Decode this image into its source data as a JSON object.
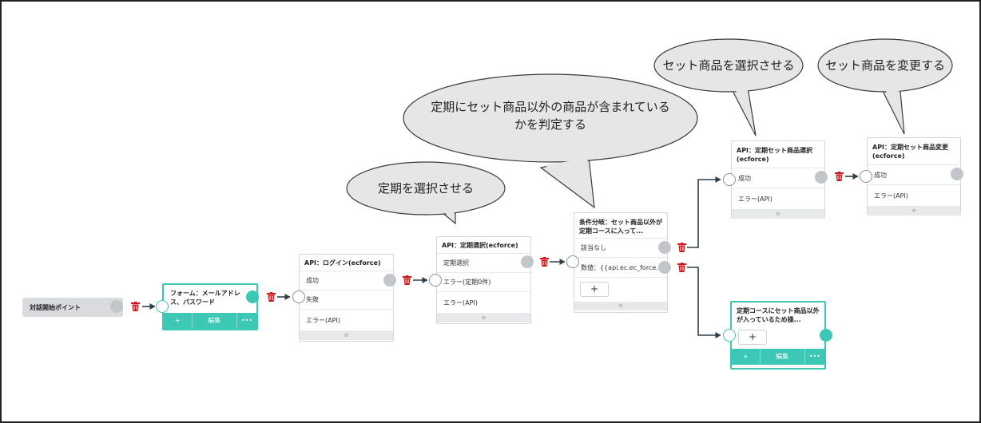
{
  "bubbles": [
    {
      "id": "b1",
      "lines": [
        "定期を選択させる"
      ]
    },
    {
      "id": "b2",
      "lines": [
        "定期にセット商品以外の商品が含まれている",
        "かを判定する"
      ]
    },
    {
      "id": "b3",
      "lines": [
        "セット商品を選択させる"
      ]
    },
    {
      "id": "b4",
      "lines": [
        "セット商品を変更する"
      ]
    }
  ],
  "start_node": {
    "label": "対話開始ポイント"
  },
  "form_node": {
    "title": "フォーム：メールアドレス、パスワード",
    "add_label": "+",
    "edit_label": "編集",
    "more_label": "•••"
  },
  "login_node": {
    "title": "API：ログイン(ecforce)",
    "rows": [
      "成功",
      "失敗",
      "エラー(API)"
    ],
    "grip": "≡"
  },
  "teiki_node": {
    "title": "API：定期選択(ecforce)",
    "rows": [
      "定期選択",
      "エラー(定期0件)",
      "エラー(API)"
    ],
    "grip": "≡"
  },
  "cond_node": {
    "title": "条件分岐：セット商品以外が定期コースに入って...",
    "rows": [
      "該当なし",
      "数値：{{api.ec.ec_force.-"
    ],
    "add_label": "+",
    "grip": "≡"
  },
  "setsel_node": {
    "title": "API：定期セット商品選択(ecforce)",
    "rows": [
      "成功",
      "エラー(API)"
    ],
    "grip": "≡"
  },
  "setchg_node": {
    "title": "API：定期セット商品変更(ecforce)",
    "rows": [
      "成功",
      "エラー(API)"
    ],
    "grip": "≡"
  },
  "msg_node": {
    "title": "定期コースにセット商品以外が入っているため操...",
    "add_label": "+",
    "add2_label": "+",
    "edit_label": "編集",
    "more_label": "•••"
  },
  "colors": {
    "teal": "#3cc8b4",
    "port_gray": "#c2c5c9",
    "trash_red": "#c8181e",
    "arrow": "#2f3e4c",
    "bubble_fill": "#e6e6e6"
  }
}
